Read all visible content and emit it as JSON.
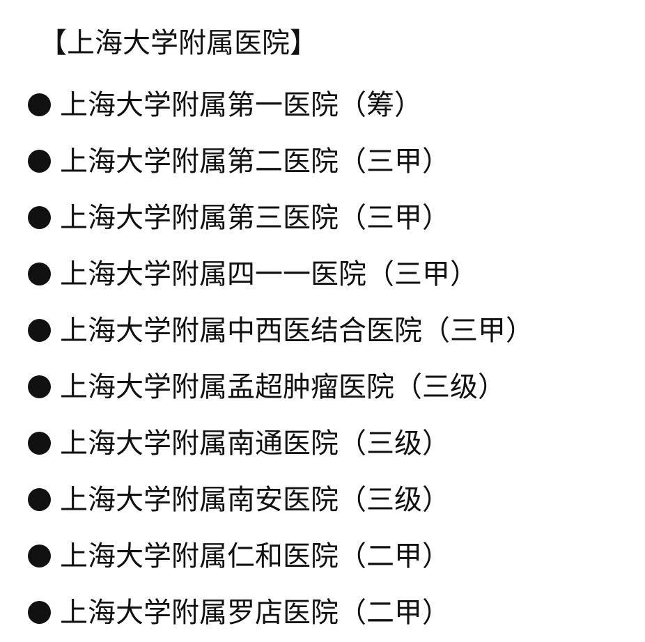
{
  "document": {
    "heading": "【上海大学附属医院】",
    "items": [
      {
        "label": "上海大学附属第一医院（筹）"
      },
      {
        "label": "上海大学附属第二医院（三甲）"
      },
      {
        "label": "上海大学附属第三医院（三甲）"
      },
      {
        "label": "上海大学附属四一一医院（三甲）"
      },
      {
        "label": "上海大学附属中西医结合医院（三甲）"
      },
      {
        "label": "上海大学附属孟超肿瘤医院（三级）"
      },
      {
        "label": "上海大学附属南通医院（三级）"
      },
      {
        "label": "上海大学附属南安医院（三级）"
      },
      {
        "label": "上海大学附属仁和医院（二甲）"
      },
      {
        "label": "上海大学附属罗店医院（二甲）"
      }
    ]
  }
}
